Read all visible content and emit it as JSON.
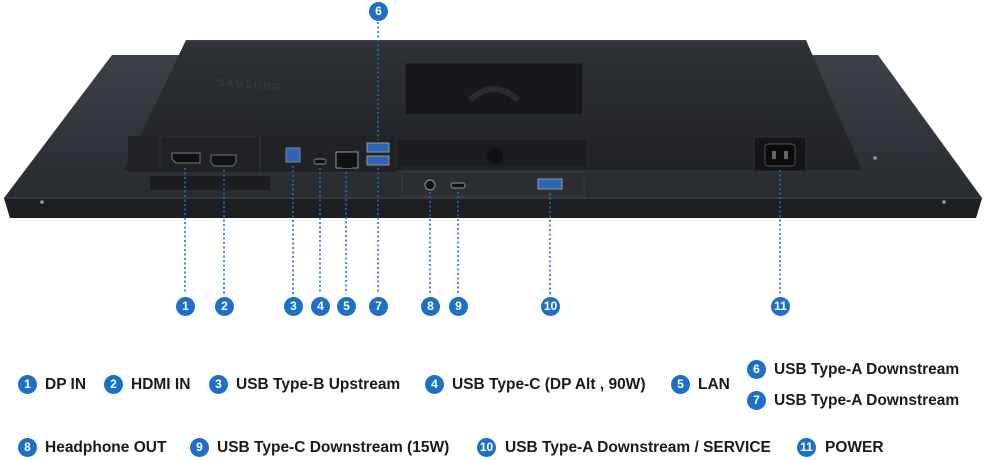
{
  "brand": "SAMSUNG",
  "accent_color": "#1e6fc6",
  "callouts": [
    "1",
    "2",
    "3",
    "4",
    "5",
    "6",
    "7",
    "8",
    "9",
    "10",
    "11"
  ],
  "legend": {
    "dp_in": "DP IN",
    "hdmi_in": "HDMI IN",
    "usb_b_upstream": "USB Type-B Upstream",
    "usb_c_dp_alt": "USB Type-C (DP Alt , 90W)",
    "lan": "LAN",
    "usb_a_downstream_1": "USB Type-A Downstream",
    "usb_a_downstream_2": "USB Type-A Downstream",
    "headphone_out": "Headphone OUT",
    "usb_c_downstream": "USB Type-C Downstream (15W)",
    "usb_a_service": "USB Type-A Downstream / SERVICE",
    "power": "POWER"
  }
}
